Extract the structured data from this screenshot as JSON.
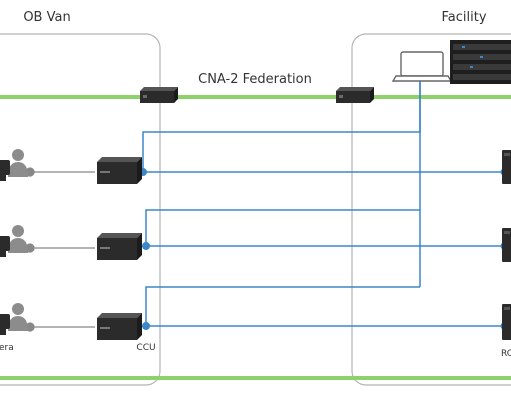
{
  "zones": {
    "ob_van": {
      "title": "OB Van"
    },
    "facility": {
      "title": "Facility"
    }
  },
  "network": {
    "federation_label": "CNA-2 Federation"
  },
  "labels": {
    "camera_partial": "era",
    "ccu": "CCU",
    "rcp_partial": "RC"
  },
  "colors": {
    "federation_line": "#8dd16a",
    "signal_line": "#3b87c8",
    "camera_cable": "#888888",
    "zone_border": "#b5b5b5",
    "device_dark": "#2b2b2b"
  },
  "icons": {
    "camera_operator": "person-icon",
    "camera": "camera-icon",
    "ccu": "ccu-unit-icon",
    "switch": "network-switch-icon",
    "laptop": "laptop-icon",
    "server": "server-rack-icon",
    "rcp": "rcp-panel-icon"
  }
}
